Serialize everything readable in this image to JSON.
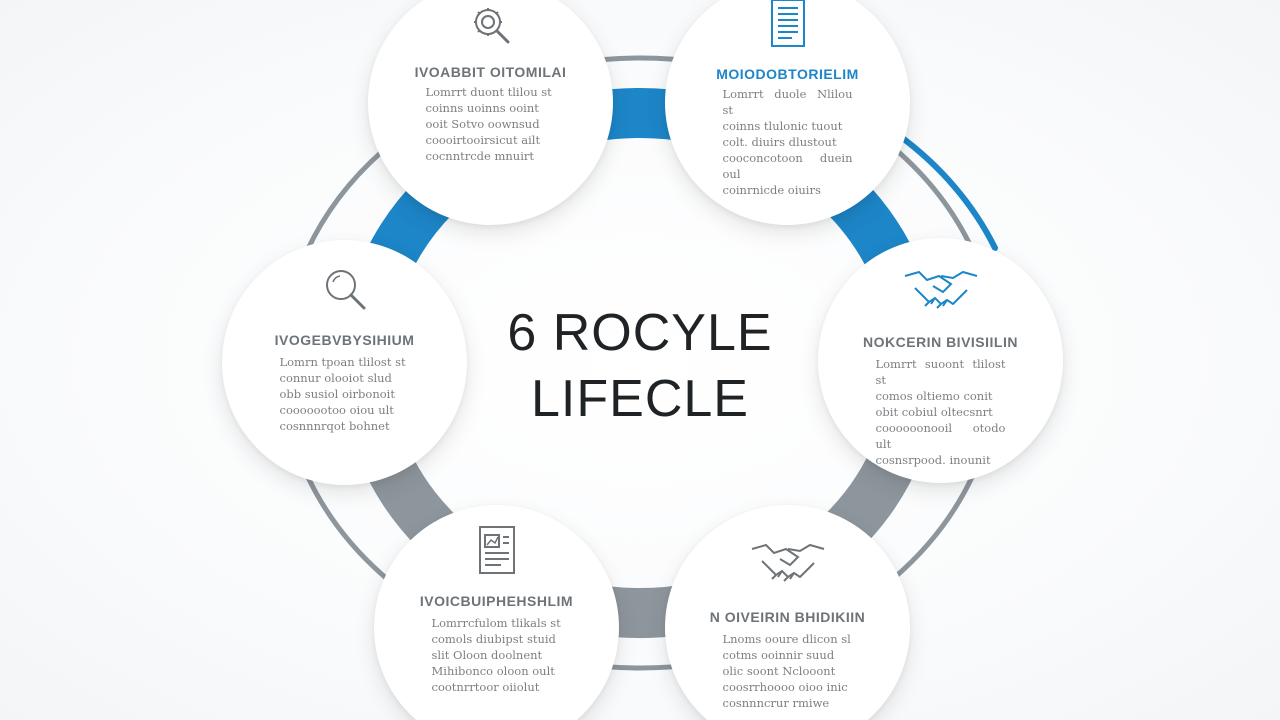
{
  "diagram": {
    "title_line1": "6 ROCYLE",
    "title_line2": "LIFECLE",
    "colors": {
      "accent_blue": "#1d86c8",
      "ring_gray": "#8e969d",
      "text_gray": "#7b7f84"
    },
    "stages": [
      {
        "title": "IVOABBIT OITOMILAI",
        "body": "Lomrrt duont tlilou st\ncoinns uoinns  ooint\nooit  Sotvo oownsud\ncoooirtooirsicut ailt\ncocnntrcde mnuirt",
        "icon": "magnifier-gear-icon",
        "title_color": "gray"
      },
      {
        "title": "MOIODOBTORIELIM",
        "body": "Lomrrt duole Nlilou st\ncoinns tlulonic tuout\ncolt.  diuirs dlustout\ncooconcotoon duein oul\ncoinrnicde oiuirs",
        "icon": "document-list-icon",
        "title_color": "blue"
      },
      {
        "title": "NOKCERIN BIVISIILIN",
        "body": "Lomrrt suoont tlilost st\ncomos  oltiemo  conit\nobit  cobiul  oltecsnrt\ncoooooonooil  otodo ult\ncosnsrpood. inounit",
        "icon": "handshake-icon",
        "title_color": "gray"
      },
      {
        "title": "N OIVEIRIN BHIDIKIIN",
        "body": "Lnoms ooure dlicon sl\ncotms  ooinnir  suud\nolic  soont  Nclooont\ncoosrrhoooo oioo inic\ncosnnncrur  rmiwe",
        "icon": "handshake-icon",
        "title_color": "gray"
      },
      {
        "title": "IVOICBUIPHEHSHLIM",
        "body": "Lomrrcfulom  tlikals st\ncomols  diubipst  stuid\nslit  Oloon doolnent\nMihibonco oloon oult\ncootnrrtoor oiiolut",
        "icon": "document-chart-icon",
        "title_color": "gray"
      },
      {
        "title": "IVOGEBVBYSIHIUM",
        "body": "Lomrn tpoan tlilost st\nconnur  olooiot  slud\nobb  susiol  oirbonoit\ncooooootoo oiou ult\ncosnnnrqot  bohnet",
        "icon": "magnifier-icon",
        "title_color": "gray"
      }
    ]
  }
}
